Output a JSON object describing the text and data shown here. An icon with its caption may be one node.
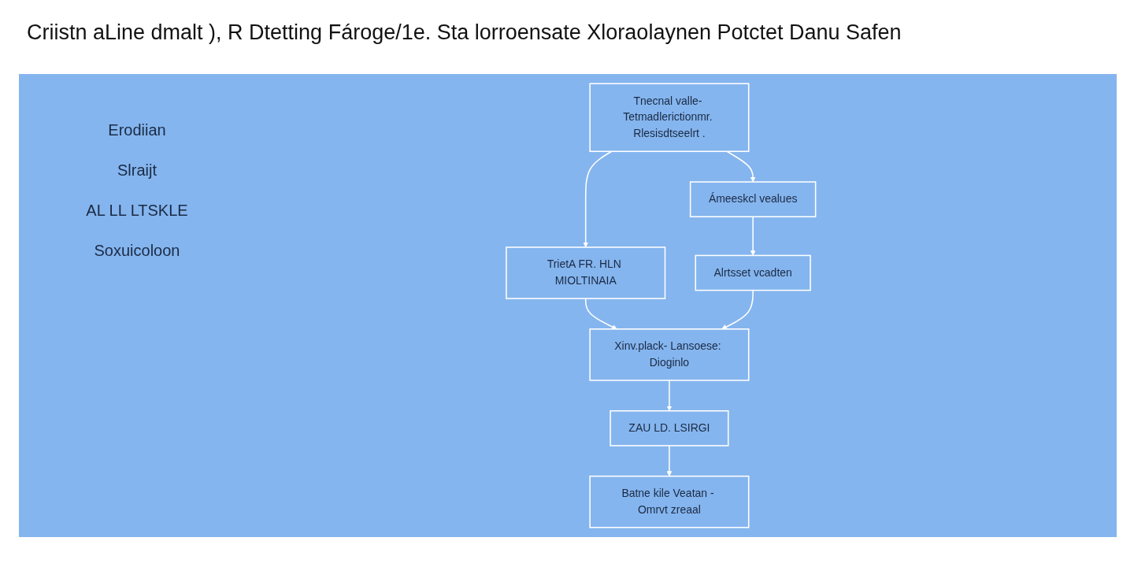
{
  "diagram": {
    "title": "Criistn aLine dmalt ), R Dtetting Fároge/1e. Sta lorroensate Xloraolaynen Potctet Danu Safen",
    "nodes": [
      {
        "text": [
          "Tnecnal valle- Tetmadlerictionmr. Rlesisdtseelrt ."
        ]
      },
      {
        "text": [
          "Ámeeskcl vealues"
        ]
      },
      {
        "text": [
          "TrietA FR. HLN MIOLTINAIA"
        ]
      },
      {
        "text": [
          "Alrtsset vcadten"
        ]
      },
      {
        "text": [
          "Xinv.plack- Lansoese: Dioginlo"
        ]
      },
      {
        "text": [
          "ZAU LD. LSIRGI"
        ]
      },
      {
        "text": [
          "Batne kile Veatan - Omrvt zreaal"
        ]
      }
    ],
    "edges": [
      {
        "from": 0,
        "to": 1,
        "arrow": "to"
      },
      {
        "from": 1,
        "to": 3,
        "arrow": "to"
      },
      {
        "from": 0,
        "to": 2,
        "arrow": "to"
      },
      {
        "from": 2,
        "to": 4,
        "arrow": "to"
      },
      {
        "from": 3,
        "to": 4,
        "arrow": "to"
      },
      {
        "from": 4,
        "to": 5,
        "arrow": "to"
      },
      {
        "from": 5,
        "to": 6,
        "arrow": "to"
      }
    ],
    "labels": [
      "Erodiian",
      "Slraijt",
      "AL LL LTSKLE",
      "Soxuicoloon"
    ]
  }
}
